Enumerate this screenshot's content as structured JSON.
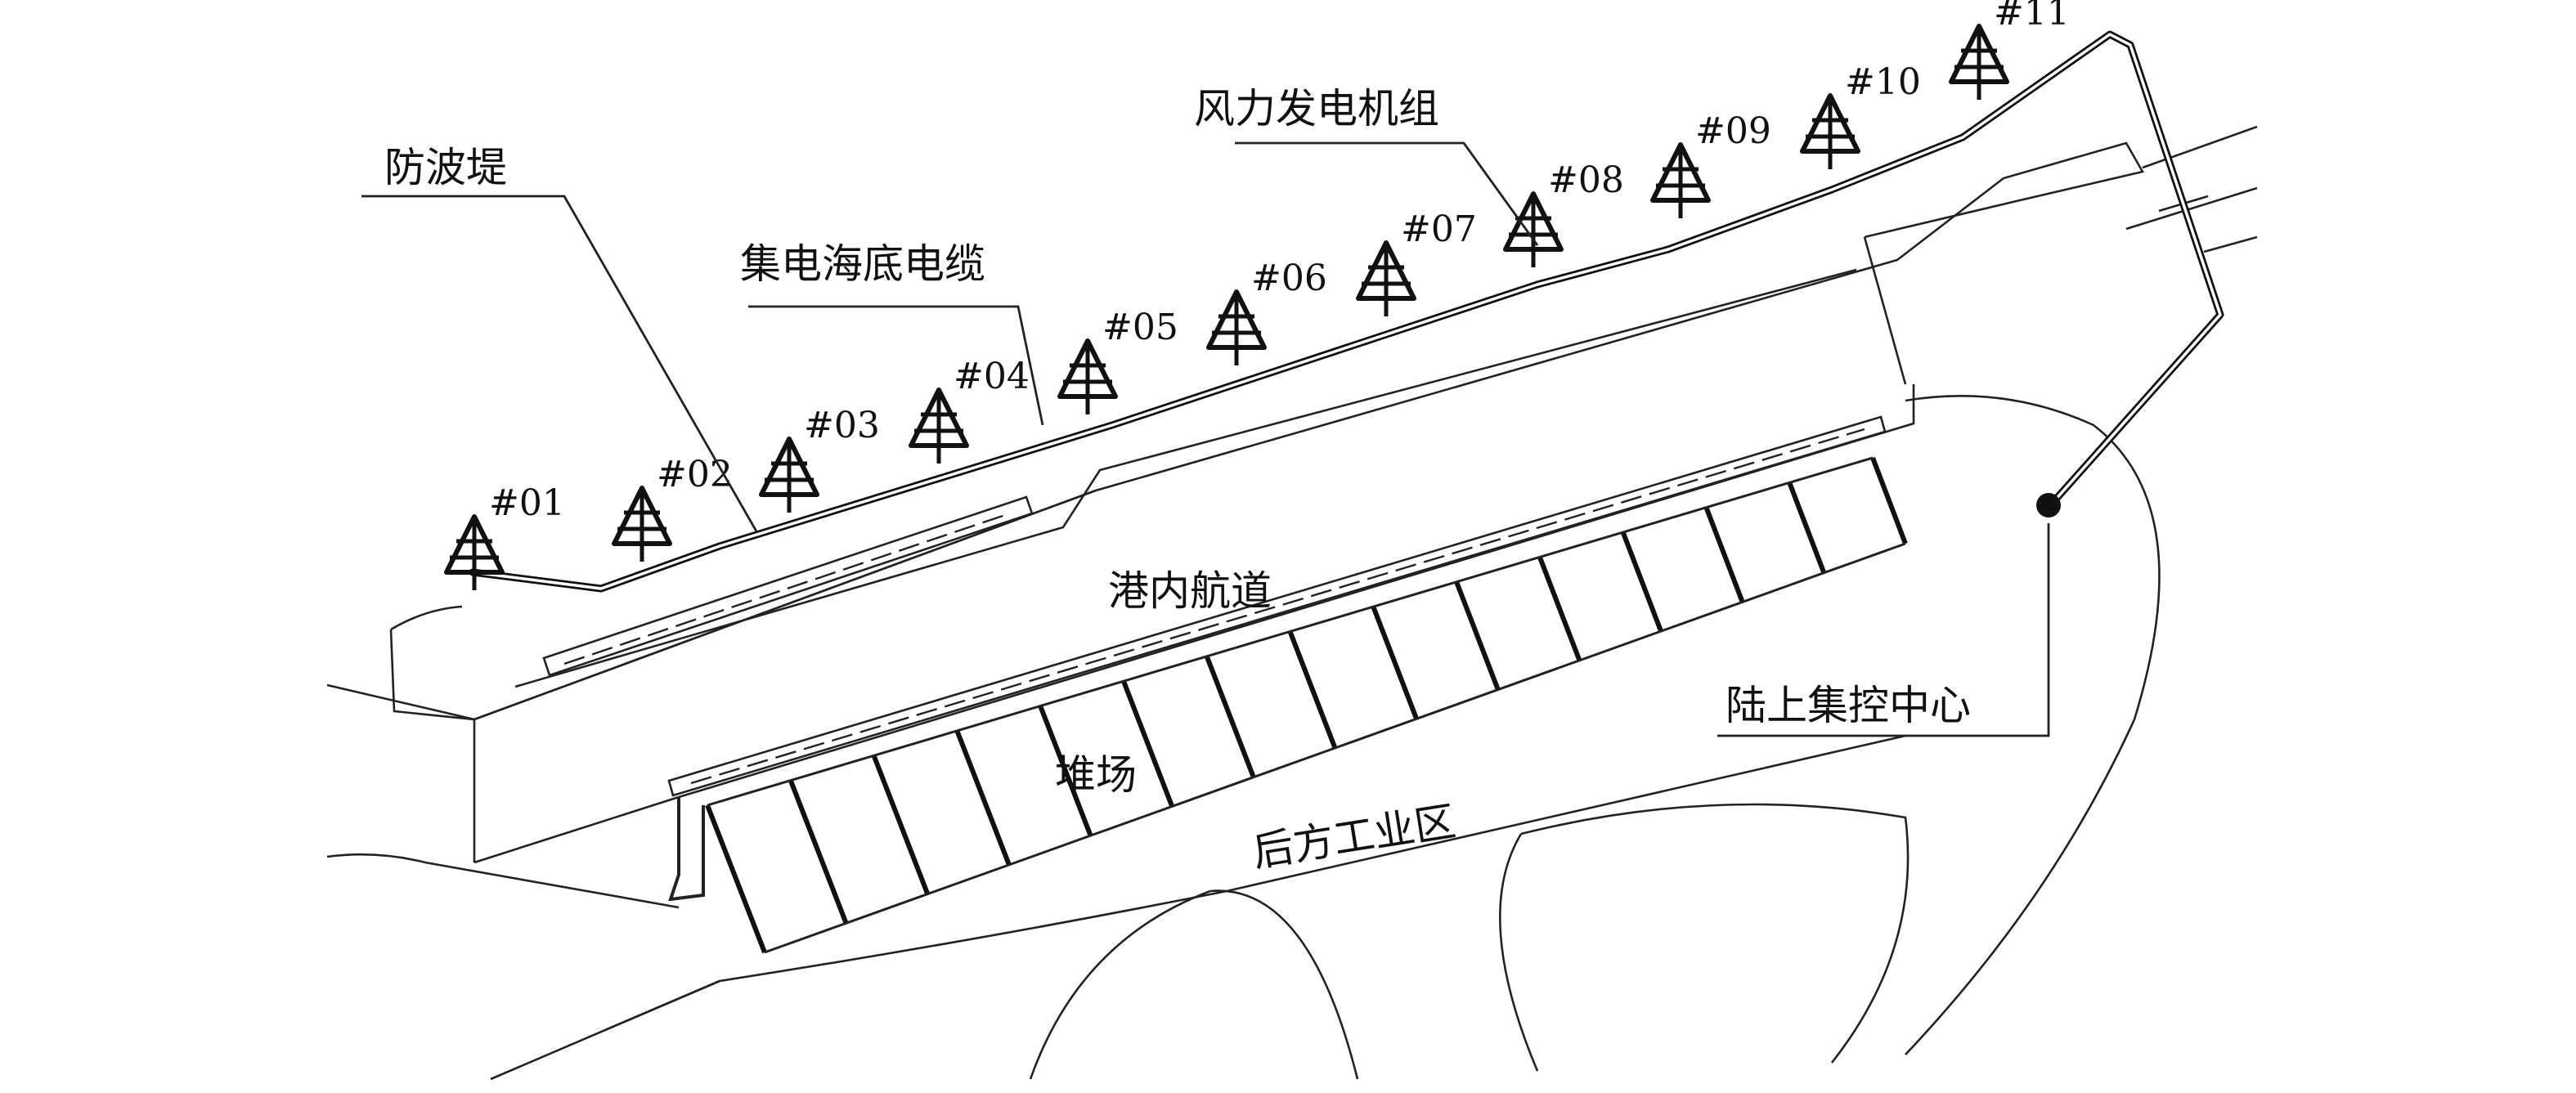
{
  "labels": {
    "breakwater": "防波堤",
    "collector_cable": "集电海底电缆",
    "wind_turbines": "风力发电机组",
    "inner_channel": "港内航道",
    "storage_yard": "堆场",
    "rear_industrial_zone": "后方工业区",
    "onshore_control_center": "陆上集控中心"
  },
  "turbines": [
    {
      "id": "#01"
    },
    {
      "id": "#02"
    },
    {
      "id": "#03"
    },
    {
      "id": "#04"
    },
    {
      "id": "#05"
    },
    {
      "id": "#06"
    },
    {
      "id": "#07"
    },
    {
      "id": "#08"
    },
    {
      "id": "#09"
    },
    {
      "id": "#10"
    },
    {
      "id": "#11"
    }
  ]
}
